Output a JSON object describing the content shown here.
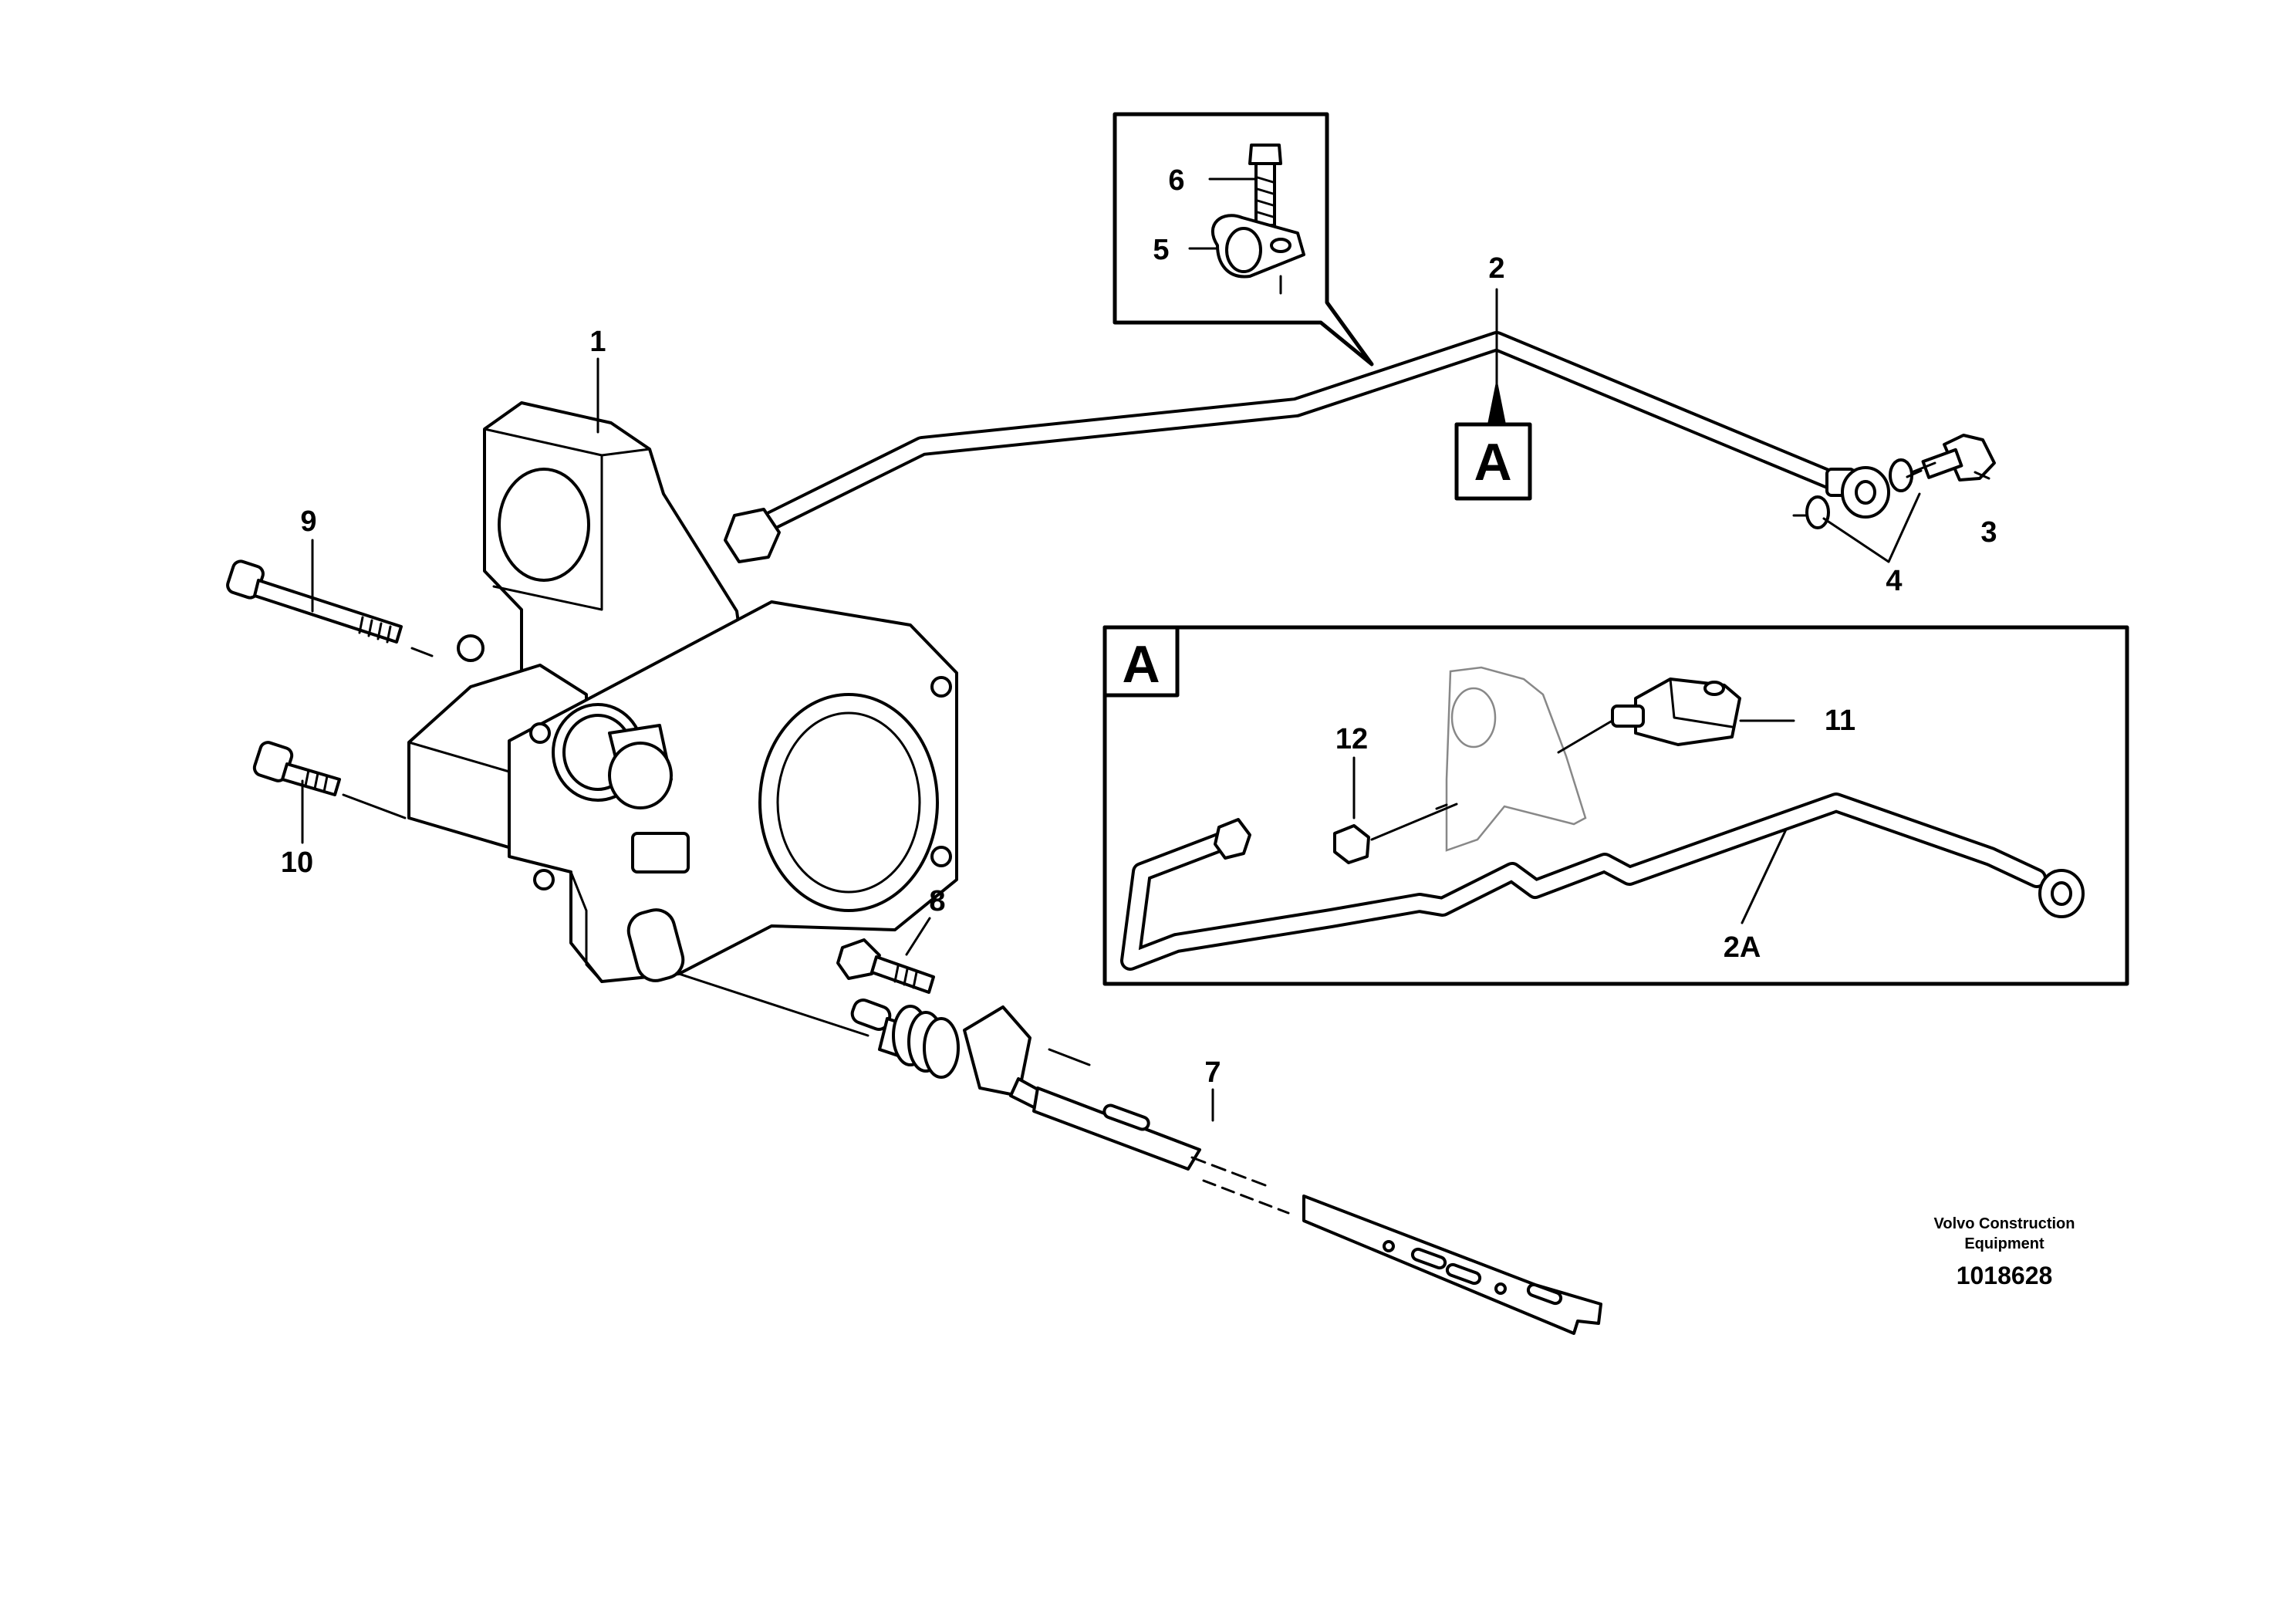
{
  "callouts": {
    "c1": "1",
    "c2": "2",
    "c3": "3",
    "c4": "4",
    "c5": "5",
    "c6": "6",
    "c7": "7",
    "c8": "8",
    "c9": "9",
    "c10": "10",
    "c11": "11",
    "c12": "12",
    "c2a": "2A"
  },
  "view_marker": "A",
  "detail_marker": "A",
  "footer": {
    "company_line1": "Volvo Construction",
    "company_line2": "Equipment",
    "drawing_number": "1018628"
  }
}
